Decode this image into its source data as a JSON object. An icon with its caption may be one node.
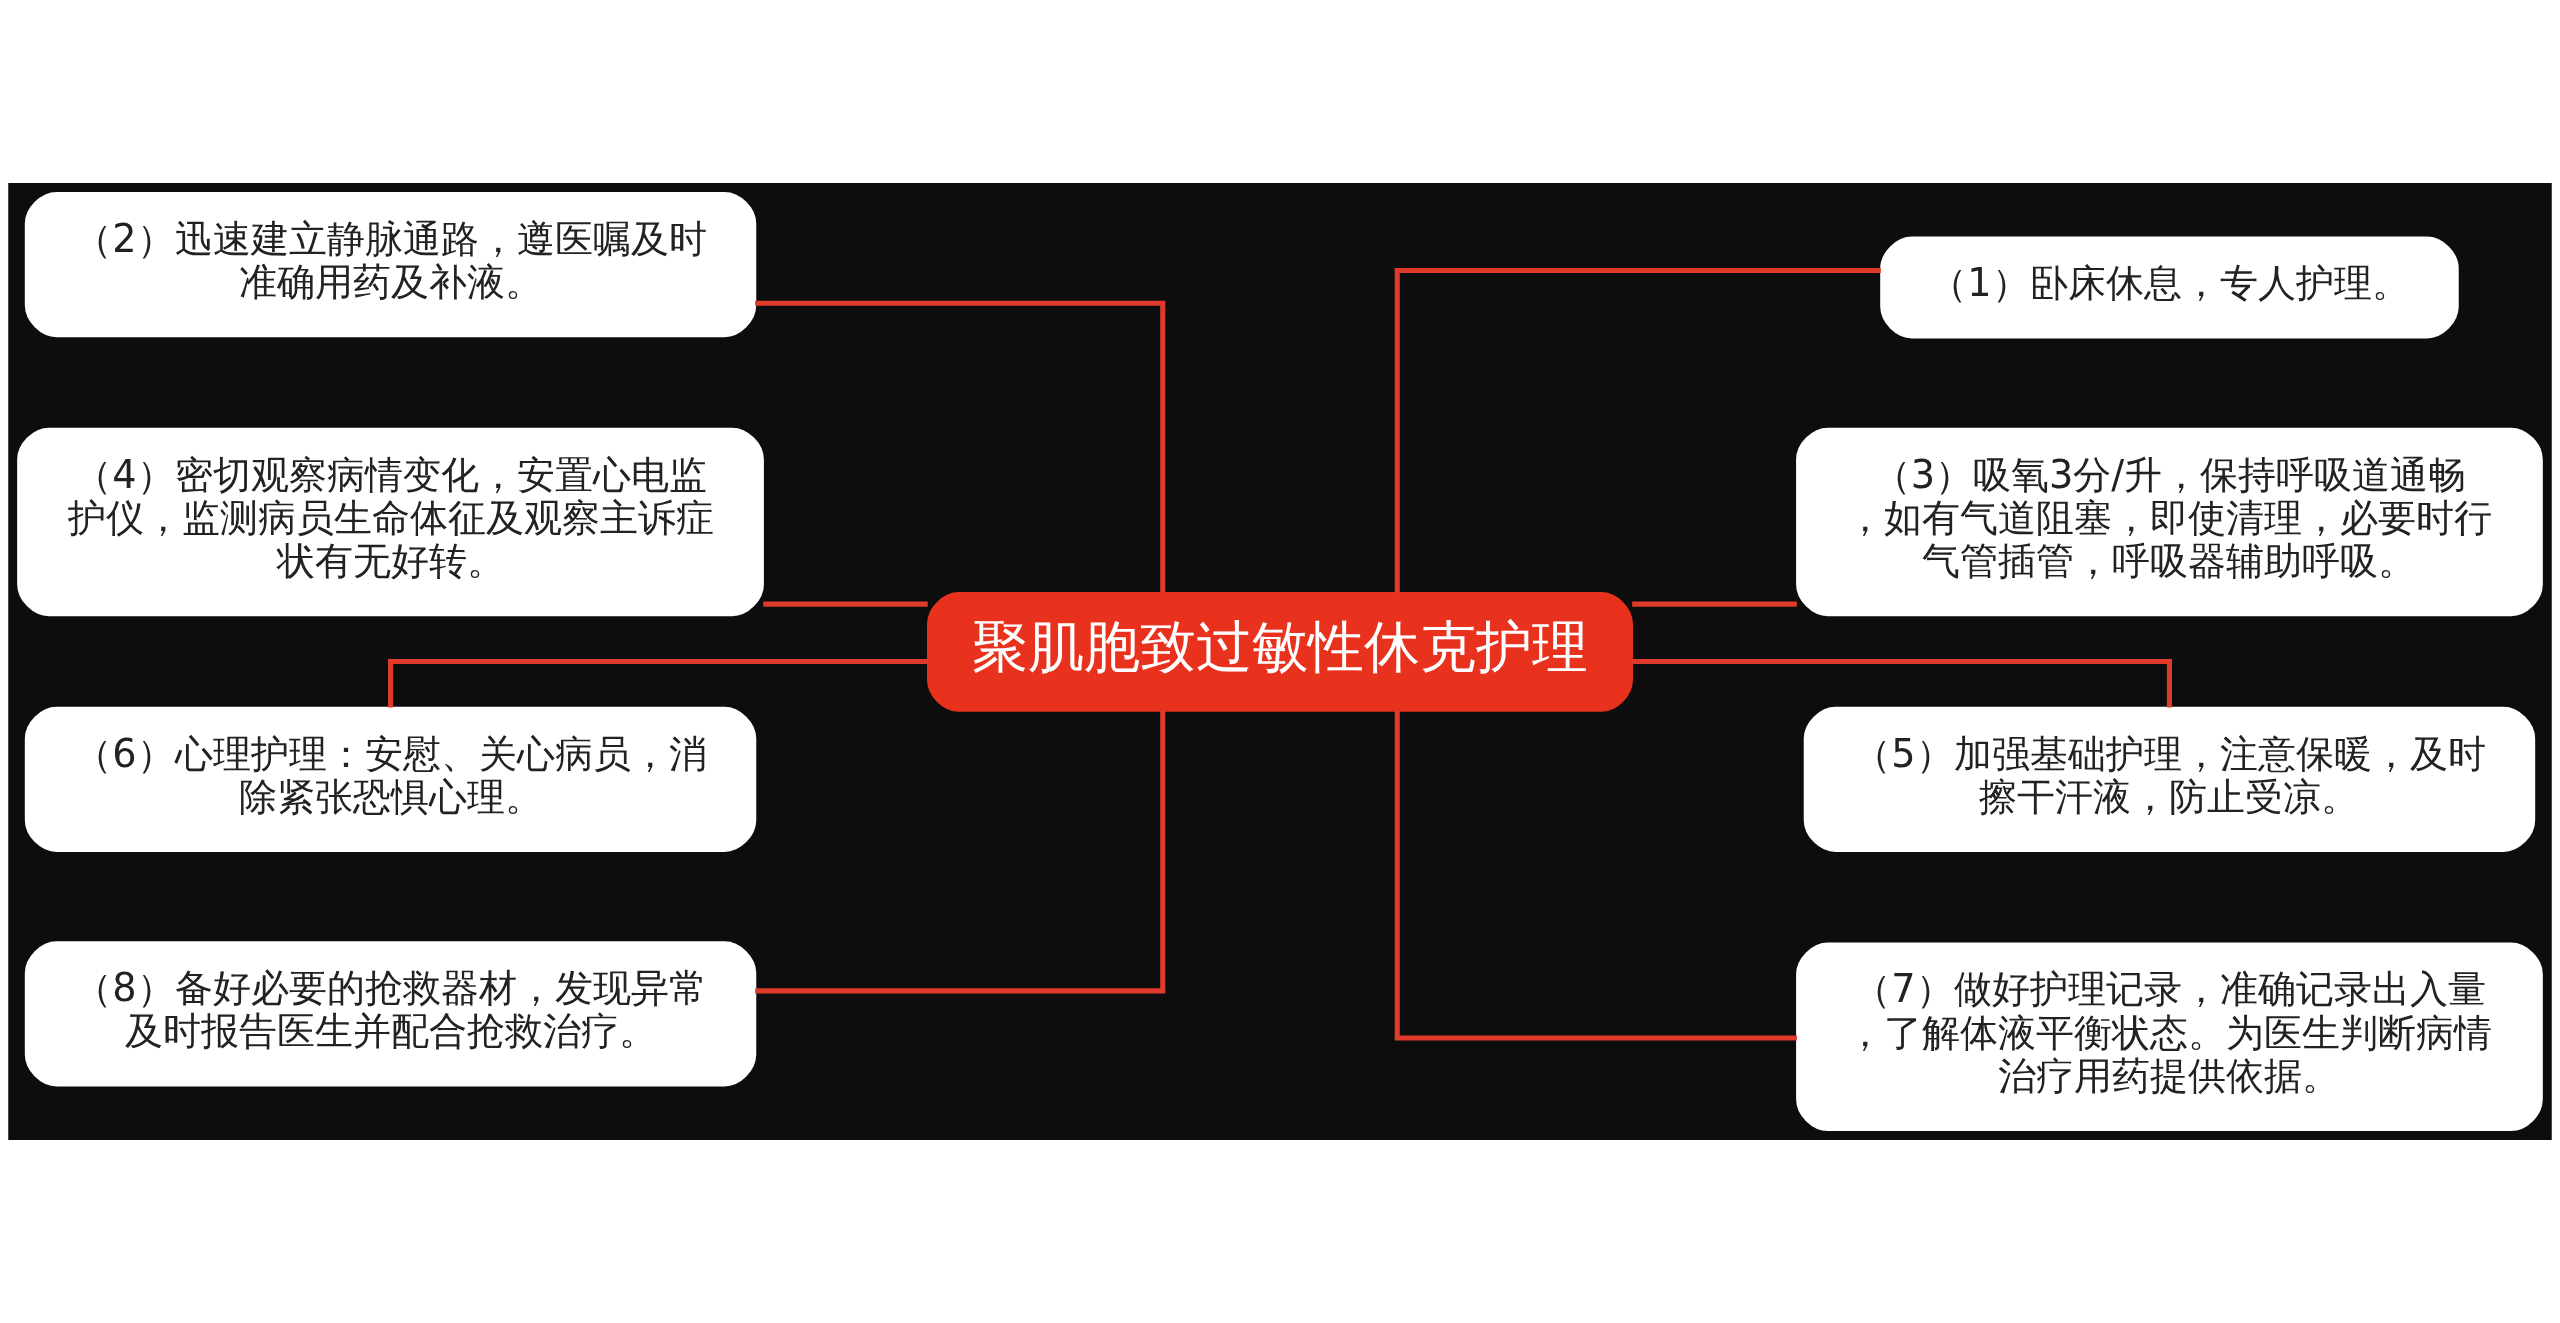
{
  "diagram": {
    "nodes": [
      {
        "text": [
          "聚肌胞致过敏性休克护理"
        ]
      },
      {
        "text": [
          "（1）卧床休息，专人护理。"
        ]
      },
      {
        "text": [
          "（2）迅速建立静脉通路，遵医嘱及时准确用药及补液。"
        ]
      },
      {
        "text": [
          "（3）吸氧3分/升，保持呼吸道通畅，如有气道阻塞，即使清理，必要时行气管插管，呼吸器辅助呼吸。"
        ]
      },
      {
        "text": [
          "（4）密切观察病情变化，安置心电监护仪，监测病员生命体征及观察主诉症状有无好转。"
        ]
      },
      {
        "text": [
          "（5）加强基础护理，注意保暖，及时擦干汗液，防止受凉。"
        ]
      },
      {
        "text": [
          "（6）心理护理：安慰、关心病员，消除紧张恐惧心理。"
        ]
      },
      {
        "text": [
          "（7）做好护理记录，准确记录出入量，了解体液平衡状态。为医生判断病情治疗用药提供依据。"
        ]
      },
      {
        "text": [
          "（8）备好必要的抢救器材，发现异常及时报告医生并配合抢救治疗。"
        ]
      }
    ],
    "edges": [
      {
        "from": 0,
        "to": 1,
        "arrow": "none"
      },
      {
        "from": 2,
        "to": 0,
        "arrow": "none"
      },
      {
        "from": 0,
        "to": 3,
        "arrow": "none"
      },
      {
        "from": 4,
        "to": 0,
        "arrow": "none"
      },
      {
        "from": 0,
        "to": 5,
        "arrow": "none"
      },
      {
        "from": 6,
        "to": 0,
        "arrow": "none"
      },
      {
        "from": 0,
        "to": 7,
        "arrow": "none"
      },
      {
        "from": 8,
        "to": 0,
        "arrow": "none"
      }
    ]
  }
}
